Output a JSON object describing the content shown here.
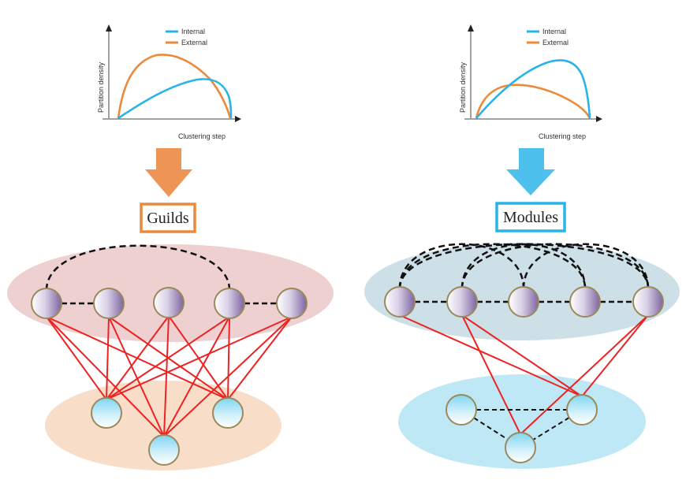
{
  "colors": {
    "internal": "#29b4e8",
    "external": "#ec8a3c",
    "guilds_accent": "#ec8a3c",
    "modules_accent": "#29b4e8",
    "inter_link": "#ee2222",
    "intra_link": "#111111",
    "guilds_top_ellipse": "#efd0d0",
    "guilds_bottom_ellipse": "#f8ddc8",
    "modules_top_ellipse": "#cde0e8",
    "modules_bottom_ellipse": "#bfe8f6",
    "node_stroke": "#9a8a5a"
  },
  "panels": [
    {
      "id": "guilds",
      "chart": {
        "ylabel": "Partition density",
        "xlabel": "Clustering step",
        "legend": [
          {
            "name": "Internal",
            "color_key": "internal"
          },
          {
            "name": "External",
            "color_key": "external"
          }
        ]
      },
      "arrow_color_key": "guilds_accent",
      "label": "Guilds",
      "top_nodes": 5,
      "bottom_nodes": 3,
      "top_dashed_links": [
        [
          0,
          1
        ],
        [
          3,
          4
        ],
        [
          0,
          3
        ]
      ],
      "bottom_dashed_links": [],
      "red_links": [
        [
          0,
          0
        ],
        [
          0,
          1
        ],
        [
          0,
          2
        ],
        [
          1,
          0
        ],
        [
          1,
          1
        ],
        [
          1,
          2
        ],
        [
          2,
          0
        ],
        [
          2,
          1
        ],
        [
          2,
          2
        ],
        [
          3,
          0
        ],
        [
          3,
          1
        ],
        [
          3,
          2
        ],
        [
          4,
          0
        ],
        [
          4,
          1
        ],
        [
          4,
          2
        ]
      ]
    },
    {
      "id": "modules",
      "chart": {
        "ylabel": "Partition density",
        "xlabel": "Clustering step",
        "legend": [
          {
            "name": "Internal",
            "color_key": "internal"
          },
          {
            "name": "External",
            "color_key": "external"
          }
        ]
      },
      "arrow_color_key": "modules_accent",
      "label": "Modules",
      "top_nodes": 5,
      "bottom_nodes": 3,
      "top_dashed_links": [
        [
          0,
          1
        ],
        [
          1,
          2
        ],
        [
          2,
          3
        ],
        [
          3,
          4
        ],
        [
          0,
          2
        ],
        [
          0,
          3
        ],
        [
          0,
          4
        ],
        [
          1,
          3
        ],
        [
          1,
          4
        ],
        [
          2,
          4
        ]
      ],
      "bottom_dashed_links": [
        [
          0,
          1
        ],
        [
          0,
          2
        ],
        [
          1,
          2
        ]
      ],
      "red_links": [
        [
          0,
          1
        ],
        [
          1,
          2
        ],
        [
          1,
          1
        ],
        [
          4,
          2
        ],
        [
          4,
          1
        ]
      ]
    }
  ],
  "chart_data": [
    {
      "type": "line",
      "title": "",
      "xlabel": "Clustering step",
      "ylabel": "Partition density",
      "legend_position": "top-right",
      "grid": false,
      "x": [
        0,
        0.1,
        0.2,
        0.3,
        0.4,
        0.5,
        0.6,
        0.7,
        0.8,
        0.9,
        1.0
      ],
      "series": [
        {
          "name": "External",
          "values": [
            0,
            0.62,
            0.78,
            0.8,
            0.76,
            0.68,
            0.58,
            0.46,
            0.32,
            0.16,
            0
          ]
        },
        {
          "name": "Internal",
          "values": [
            0,
            0.1,
            0.2,
            0.29,
            0.37,
            0.44,
            0.49,
            0.52,
            0.52,
            0.42,
            0
          ]
        }
      ],
      "ylim": [
        0,
        1
      ]
    },
    {
      "type": "line",
      "title": "",
      "xlabel": "Clustering step",
      "ylabel": "Partition density",
      "legend_position": "top-right",
      "grid": false,
      "x": [
        0,
        0.1,
        0.2,
        0.3,
        0.4,
        0.5,
        0.6,
        0.7,
        0.8,
        0.9,
        1.0
      ],
      "series": [
        {
          "name": "Internal",
          "values": [
            0,
            0.22,
            0.4,
            0.55,
            0.66,
            0.75,
            0.8,
            0.82,
            0.8,
            0.65,
            0
          ]
        },
        {
          "name": "External",
          "values": [
            0,
            0.32,
            0.42,
            0.42,
            0.4,
            0.36,
            0.31,
            0.24,
            0.16,
            0.08,
            0
          ]
        }
      ],
      "ylim": [
        0,
        1
      ]
    }
  ]
}
